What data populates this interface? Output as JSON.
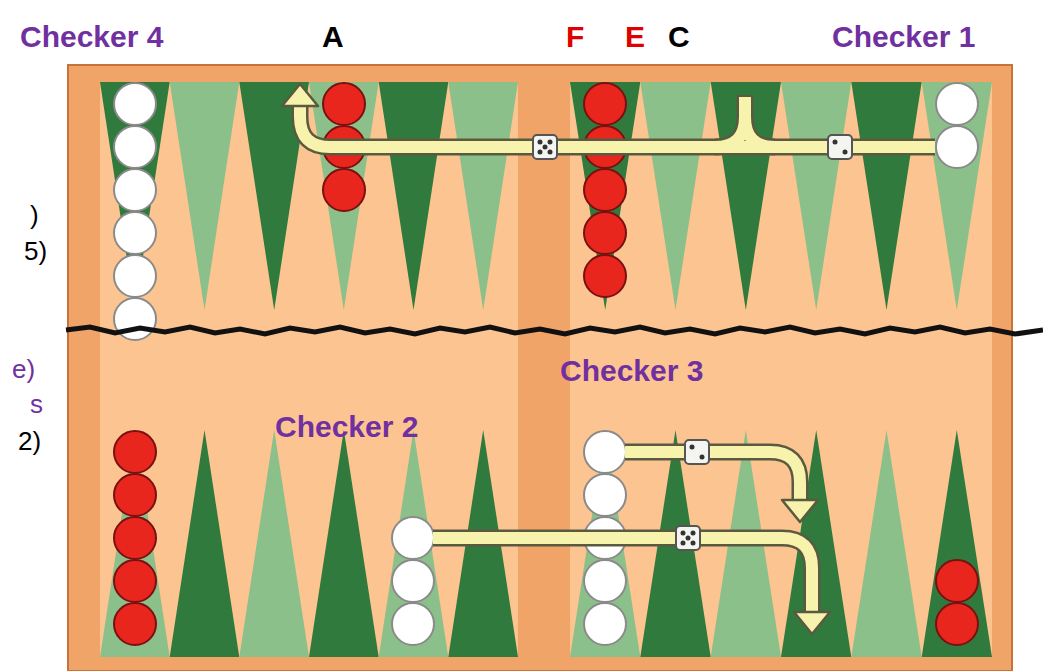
{
  "diagram": {
    "labels": [
      "Checker 4",
      "A",
      "F",
      "E",
      "C",
      "Checker 1",
      ")",
      "5)",
      "e)",
      "Checker 3",
      "s",
      "Checker 2",
      "2)"
    ]
  }
}
